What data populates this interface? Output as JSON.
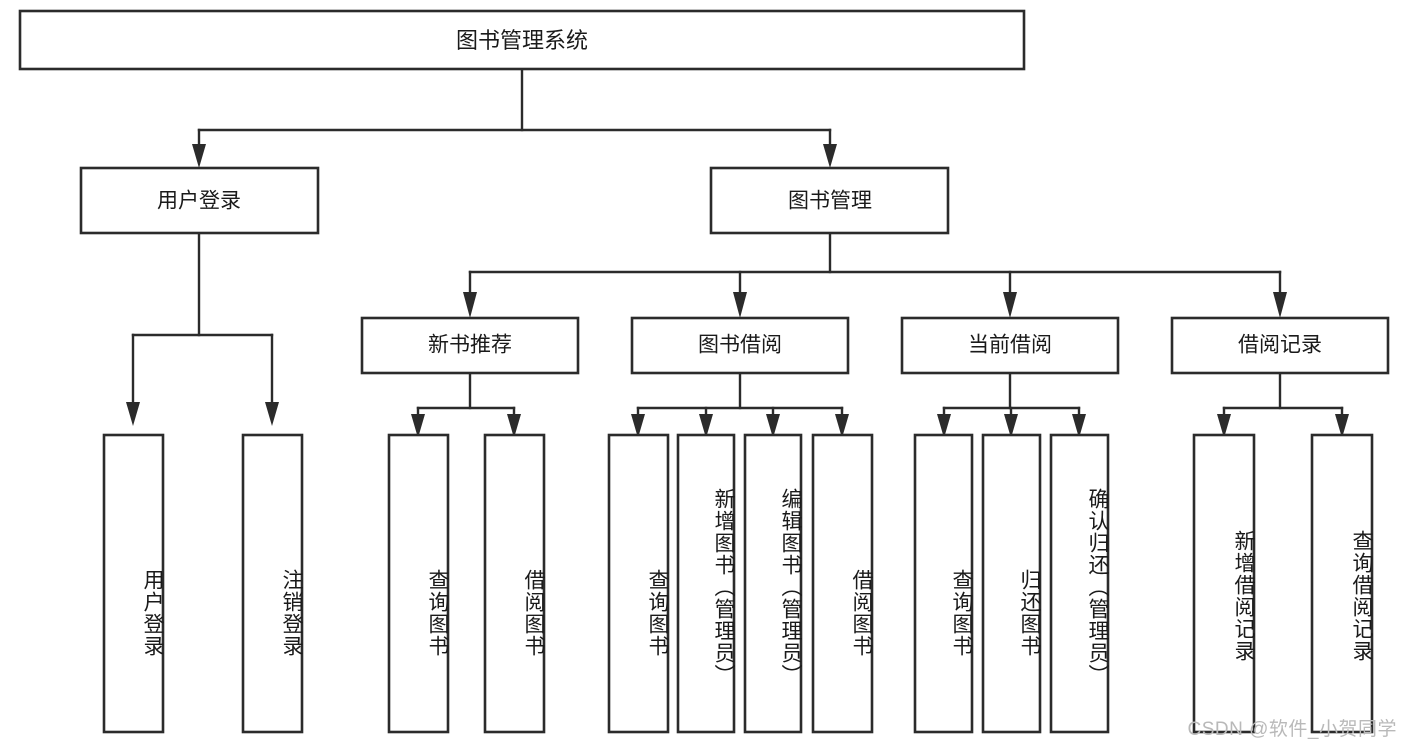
{
  "diagram": {
    "title": "图书管理系统",
    "type": "hierarchy-tree",
    "orientation": "top-down",
    "colors": {
      "box_stroke": "#2b2b2b",
      "box_fill": "#ffffff",
      "text": "#1a1a1a",
      "background": "#ffffff",
      "watermark": "#b9b9b9"
    },
    "root": {
      "id": "root",
      "label": "图书管理系统",
      "orientation": "horizontal"
    },
    "level2": [
      {
        "id": "user-login",
        "label": "用户登录",
        "orientation": "horizontal"
      },
      {
        "id": "book-manage",
        "label": "图书管理",
        "orientation": "horizontal"
      }
    ],
    "level3": [
      {
        "id": "new-book-recommend",
        "label": "新书推荐",
        "orientation": "horizontal",
        "parent": "book-manage"
      },
      {
        "id": "book-borrow",
        "label": "图书借阅",
        "orientation": "horizontal",
        "parent": "book-manage"
      },
      {
        "id": "current-borrow",
        "label": "当前借阅",
        "orientation": "horizontal",
        "parent": "book-manage"
      },
      {
        "id": "borrow-record",
        "label": "借阅记录",
        "orientation": "horizontal",
        "parent": "book-manage"
      }
    ],
    "leaves": [
      {
        "id": "leaf-user-login",
        "label": "用户登录",
        "parent": "user-login",
        "orientation": "vertical"
      },
      {
        "id": "leaf-logout-login",
        "label": "注销登录",
        "parent": "user-login",
        "orientation": "vertical"
      },
      {
        "id": "leaf-query-book-1",
        "label": "查询图书",
        "parent": "new-book-recommend",
        "orientation": "vertical"
      },
      {
        "id": "leaf-borrow-book-1",
        "label": "借阅图书",
        "parent": "new-book-recommend",
        "orientation": "vertical"
      },
      {
        "id": "leaf-query-book-2",
        "label": "查询图书",
        "parent": "book-borrow",
        "orientation": "vertical"
      },
      {
        "id": "leaf-add-book",
        "label": "新增图书（管理员）",
        "parent": "book-borrow",
        "orientation": "vertical"
      },
      {
        "id": "leaf-edit-book",
        "label": "编辑图书（管理员）",
        "parent": "book-borrow",
        "orientation": "vertical"
      },
      {
        "id": "leaf-borrow-book-2",
        "label": "借阅图书",
        "parent": "book-borrow",
        "orientation": "vertical"
      },
      {
        "id": "leaf-query-book-3",
        "label": "查询图书",
        "parent": "current-borrow",
        "orientation": "vertical"
      },
      {
        "id": "leaf-return-book",
        "label": "归还图书",
        "parent": "current-borrow",
        "orientation": "vertical"
      },
      {
        "id": "leaf-confirm-return",
        "label": "确认归还（管理员）",
        "parent": "current-borrow",
        "orientation": "vertical"
      },
      {
        "id": "leaf-add-record",
        "label": "新增借阅记录",
        "parent": "borrow-record",
        "orientation": "vertical"
      },
      {
        "id": "leaf-query-record",
        "label": "查询借阅记录",
        "parent": "borrow-record",
        "orientation": "vertical"
      }
    ],
    "watermark": "CSDN @软件_小贺同学"
  }
}
